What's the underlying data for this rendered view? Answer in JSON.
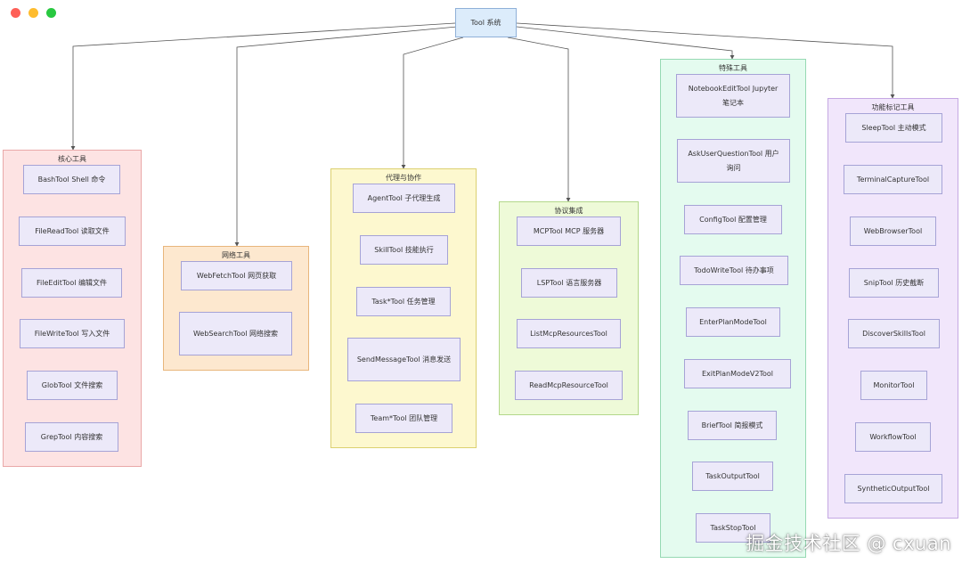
{
  "window": {
    "dot_colors": [
      "#fe5f57",
      "#febc2e",
      "#28c840"
    ]
  },
  "root": {
    "label": "Tool 系统"
  },
  "colors": {
    "edge": "#555555"
  },
  "groups": [
    {
      "title": "核心工具",
      "fill": "#fde3e3",
      "border": "#e9a8a8",
      "nodes": [
        "BashTool Shell 命令",
        "FileReadTool 读取文件",
        "FileEditTool 编辑文件",
        "FileWriteTool 写入文件",
        "GlobTool 文件搜索",
        "GrepTool 内容搜索"
      ]
    },
    {
      "title": "网络工具",
      "fill": "#fde8cf",
      "border": "#e8b67c",
      "nodes": [
        "WebFetchTool 网页获取",
        "WebSearchTool 网络搜索"
      ]
    },
    {
      "title": "代理与协作",
      "fill": "#fdf8cf",
      "border": "#dcd070",
      "nodes": [
        "AgentTool 子代理生成",
        "SkillTool 技能执行",
        "Task*Tool 任务管理",
        "SendMessageTool 消息发送",
        "Team*Tool 团队管理"
      ]
    },
    {
      "title": "协议集成",
      "fill": "#eefad8",
      "border": "#b3d88a",
      "nodes": [
        "MCPTool MCP 服务器",
        "LSPTool 语言服务器",
        "ListMcpResourcesTool",
        "ReadMcpResourceTool"
      ]
    },
    {
      "title": "特殊工具",
      "fill": "#e4fbef",
      "border": "#96d9b3",
      "nodes": [
        "NotebookEditTool Jupyter 笔记本",
        "AskUserQuestionTool 用户询问",
        "ConfigTool 配置管理",
        "TodoWriteTool 待办事项",
        "EnterPlanModeTool",
        "ExitPlanModeV2Tool",
        "BriefTool 简报模式",
        "TaskOutputTool",
        "TaskStopTool"
      ]
    },
    {
      "title": "功能标记工具",
      "fill": "#f1e6fb",
      "border": "#c5a8e3",
      "nodes": [
        "SleepTool 主动模式",
        "TerminalCaptureTool",
        "WebBrowserTool",
        "SnipTool 历史截断",
        "DiscoverSkillsTool",
        "MonitorTool",
        "WorkflowTool",
        "SyntheticOutputTool"
      ]
    }
  ],
  "watermark": "掘金技术社区 @ cxuan"
}
